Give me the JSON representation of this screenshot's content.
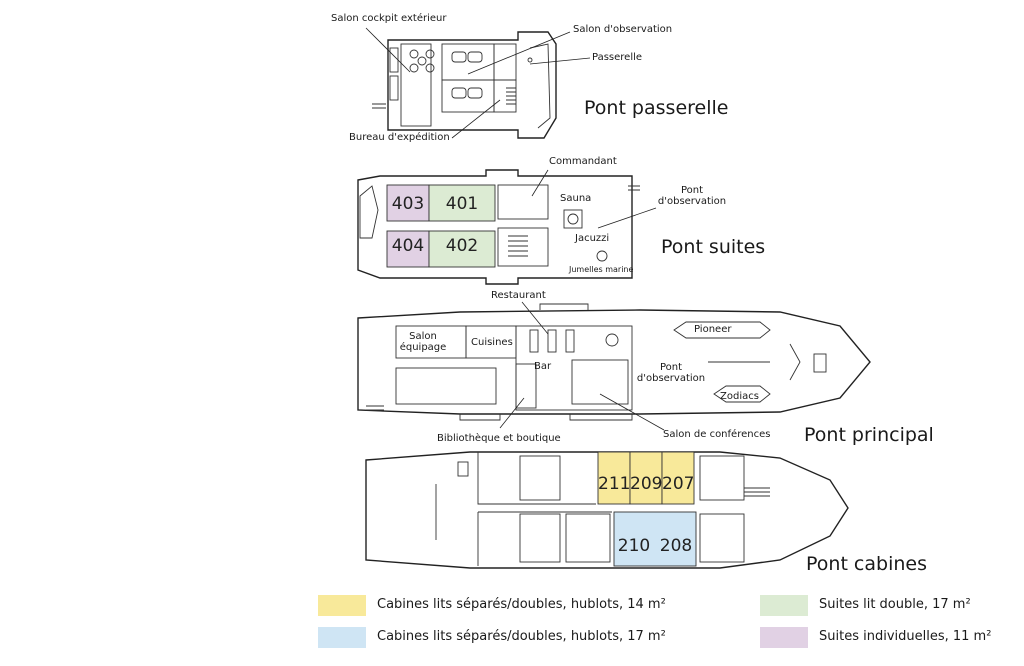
{
  "colors": {
    "yellow_cabin": "#f8e99a",
    "blue_cabin": "#cfe5f4",
    "green_suite": "#dcebd3",
    "purple_suite": "#e1d1e4"
  },
  "decks": {
    "passerelle": {
      "title": "Pont passerelle",
      "labels": {
        "salon_cockpit": "Salon cockpit extérieur",
        "salon_observation": "Salon d'observation",
        "passerelle": "Passerelle",
        "bureau": "Bureau d'expédition"
      }
    },
    "suites": {
      "title": "Pont suites",
      "rooms": [
        "403",
        "401",
        "404",
        "402"
      ],
      "labels": {
        "commandant": "Commandant",
        "sauna": "Sauna",
        "pont_obs_1": "Pont",
        "pont_obs_2": "d'observation",
        "jacuzzi": "Jacuzzi",
        "jumelles": "Jumelles marine"
      }
    },
    "principal": {
      "title": "Pont principal",
      "labels": {
        "restaurant": "Restaurant",
        "salon_equipage_1": "Salon",
        "salon_equipage_2": "équipage",
        "cuisines": "Cuisines",
        "bar": "Bar",
        "pont_obs_1": "Pont",
        "pont_obs_2": "d'observation",
        "pioneer": "Pioneer",
        "zodiacs": "Zodiacs",
        "bibliotheque": "Bibliothèque et boutique",
        "salon_conferences": "Salon de conférences"
      }
    },
    "cabines": {
      "title": "Pont cabines",
      "rooms_yellow": [
        "211",
        "209",
        "207"
      ],
      "rooms_blue": [
        "210",
        "208"
      ]
    }
  },
  "legend": [
    {
      "label": "Cabines lits séparés/doubles, hublots, 14 m²",
      "color": "#f8e99a"
    },
    {
      "label": "Cabines lits séparés/doubles, hublots, 17 m²",
      "color": "#cfe5f4"
    },
    {
      "label": "Suites lit double, 17 m²",
      "color": "#dcebd3"
    },
    {
      "label": "Suites individuelles, 11 m²",
      "color": "#e1d1e4"
    }
  ]
}
